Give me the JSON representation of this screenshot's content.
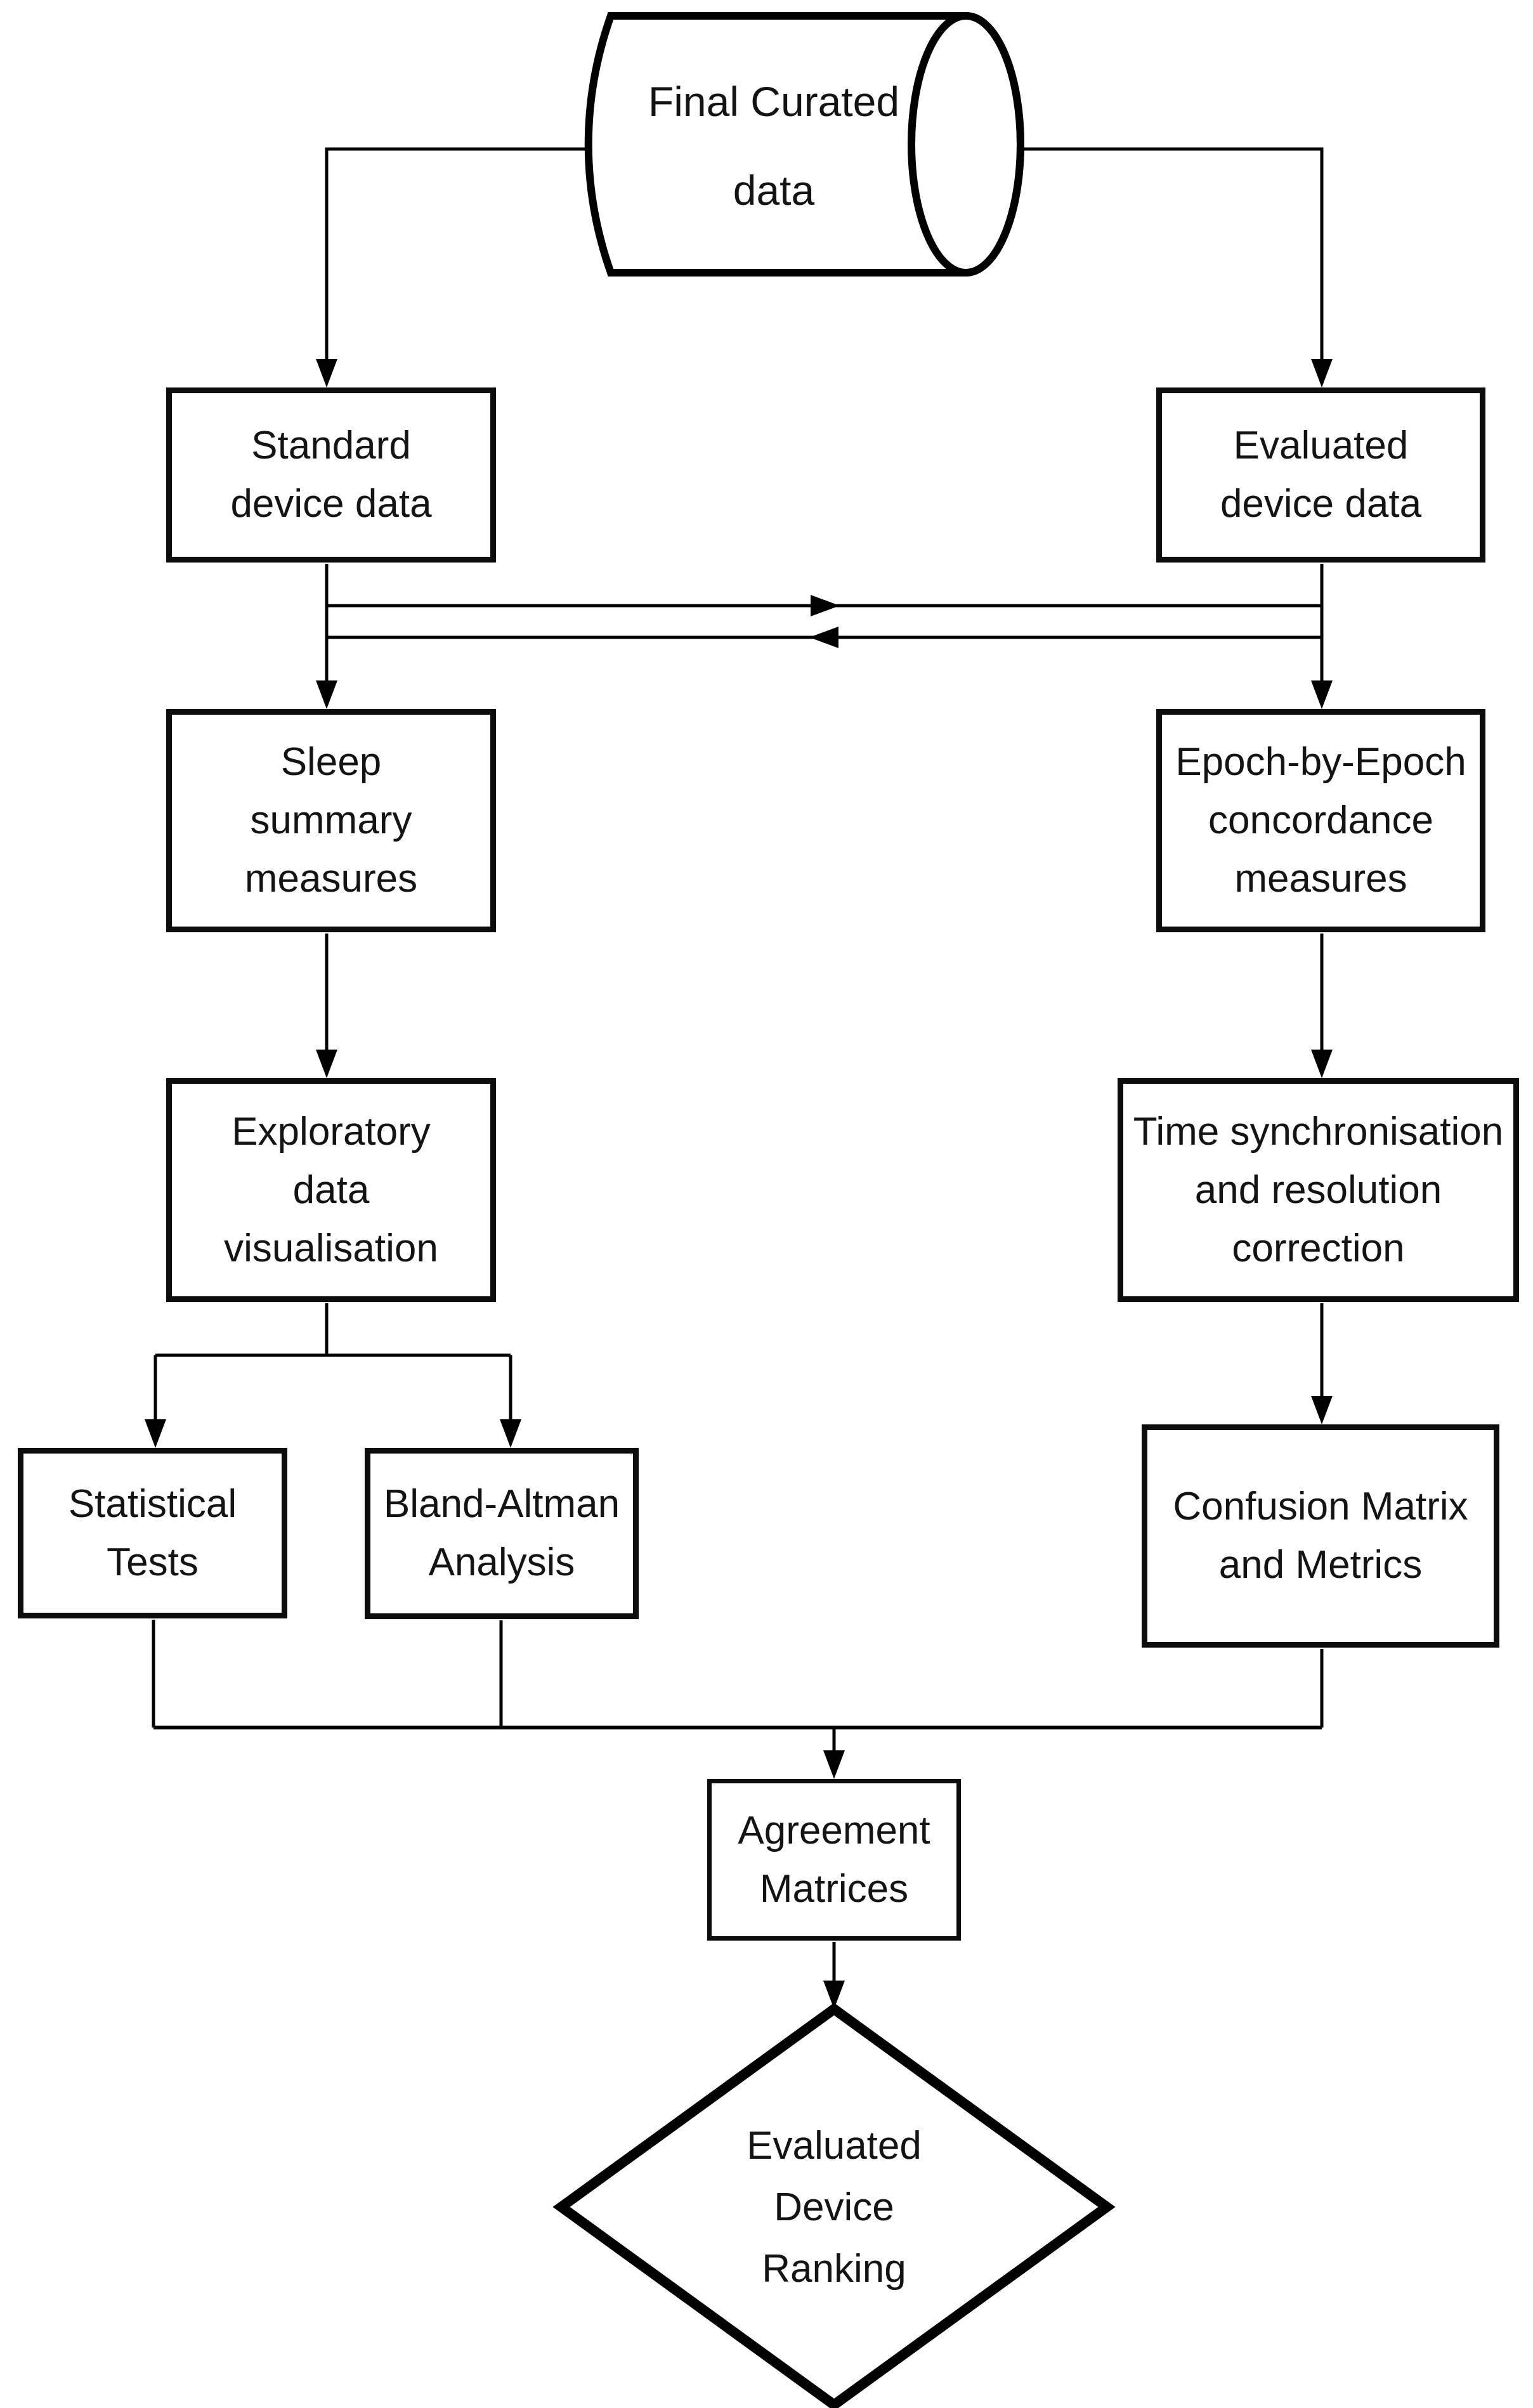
{
  "colors": {
    "stroke": "#000000",
    "background": "#ffffff",
    "text": "#141414"
  },
  "diagram": {
    "type": "flowchart",
    "nodes": {
      "final_curated_data": {
        "shape": "cylinder",
        "label": "Final Curated\ndata"
      },
      "standard_device_data": {
        "shape": "rect",
        "label": "Standard\ndevice data"
      },
      "evaluated_device_data": {
        "shape": "rect",
        "label": "Evaluated\ndevice data"
      },
      "sleep_summary_measures": {
        "shape": "rect",
        "label": "Sleep\nsummary\nmeasures"
      },
      "epoch_concordance_measures": {
        "shape": "rect",
        "label": "Epoch-by-Epoch\nconcordance\nmeasures"
      },
      "exploratory_data_visualisation": {
        "shape": "rect",
        "label": "Exploratory\ndata\nvisualisation"
      },
      "time_sync_correction": {
        "shape": "rect",
        "label": "Time synchronisation\nand resolution\ncorrection"
      },
      "statistical_tests": {
        "shape": "rect",
        "label": "Statistical\nTests"
      },
      "bland_altman_analysis": {
        "shape": "rect",
        "label": "Bland-Altman\nAnalysis"
      },
      "confusion_matrix_metrics": {
        "shape": "rect",
        "label": "Confusion Matrix\nand Metrics"
      },
      "agreement_matrices": {
        "shape": "rect",
        "label": "Agreement\nMatrices"
      },
      "evaluated_device_ranking": {
        "shape": "diamond",
        "label": "Evaluated\nDevice\nRanking"
      }
    },
    "edges": [
      {
        "from": "final_curated_data",
        "to": "standard_device_data",
        "arrow": "down"
      },
      {
        "from": "final_curated_data",
        "to": "evaluated_device_data",
        "arrow": "down"
      },
      {
        "from": "standard_device_data",
        "to": "evaluated_device_data",
        "arrow": "right",
        "style": "horizontal-exchange"
      },
      {
        "from": "evaluated_device_data",
        "to": "standard_device_data",
        "arrow": "left",
        "style": "horizontal-exchange"
      },
      {
        "from": "standard_device_data",
        "to": "sleep_summary_measures",
        "arrow": "down"
      },
      {
        "from": "evaluated_device_data",
        "to": "epoch_concordance_measures",
        "arrow": "down"
      },
      {
        "from": "sleep_summary_measures",
        "to": "exploratory_data_visualisation",
        "arrow": "down"
      },
      {
        "from": "epoch_concordance_measures",
        "to": "time_sync_correction",
        "arrow": "down"
      },
      {
        "from": "exploratory_data_visualisation",
        "to": "statistical_tests",
        "arrow": "down"
      },
      {
        "from": "exploratory_data_visualisation",
        "to": "bland_altman_analysis",
        "arrow": "down"
      },
      {
        "from": "time_sync_correction",
        "to": "confusion_matrix_metrics",
        "arrow": "down"
      },
      {
        "from": "statistical_tests",
        "to": "agreement_matrices",
        "arrow": "down",
        "style": "merge"
      },
      {
        "from": "bland_altman_analysis",
        "to": "agreement_matrices",
        "arrow": "down",
        "style": "merge"
      },
      {
        "from": "confusion_matrix_metrics",
        "to": "agreement_matrices",
        "arrow": "down",
        "style": "merge"
      },
      {
        "from": "agreement_matrices",
        "to": "evaluated_device_ranking",
        "arrow": "down"
      }
    ]
  }
}
